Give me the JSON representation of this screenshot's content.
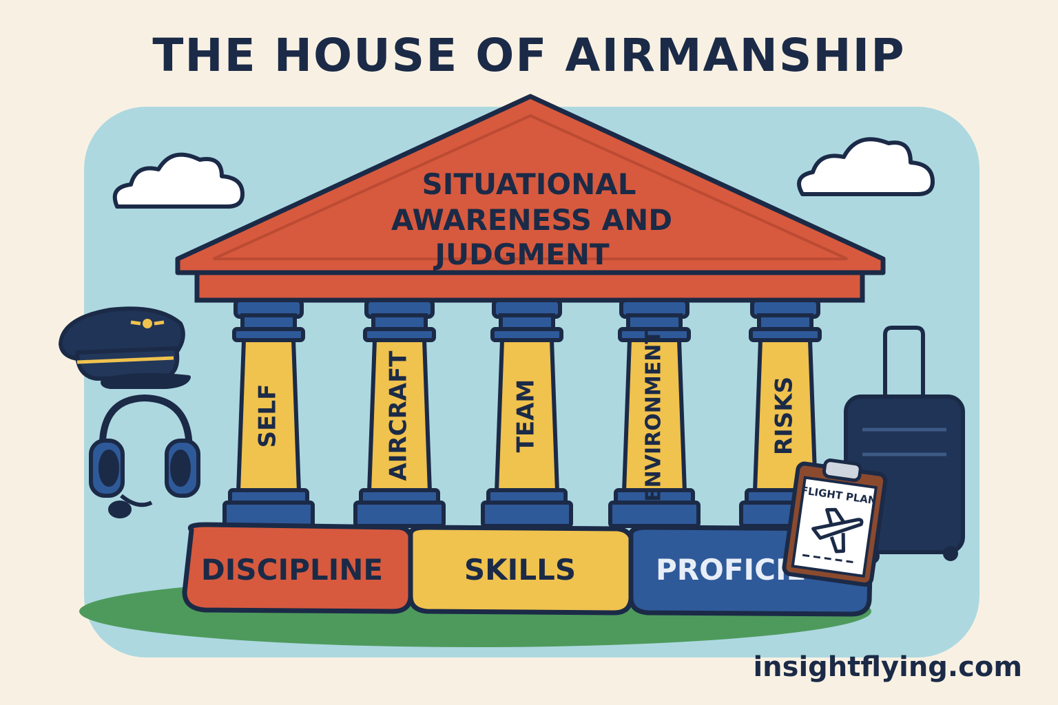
{
  "title": "THE HOUSE OF AIRMANSHIP",
  "roof": {
    "lines": [
      "SITUATIONAL",
      "AWARENESS AND",
      "JUDGMENT"
    ]
  },
  "pillars": [
    {
      "label": "SELF"
    },
    {
      "label": "AIRCRAFT"
    },
    {
      "label": "TEAM"
    },
    {
      "label": "ENVIRONMENT"
    },
    {
      "label": "RISKS"
    }
  ],
  "foundation": [
    {
      "label": "DISCIPLINE",
      "color": "#d75a3e"
    },
    {
      "label": "SKILLS",
      "color": "#f0c24e"
    },
    {
      "label": "PROFICIE",
      "color": "#2f5a9a"
    }
  ],
  "clipboard": {
    "label": "FLIGHT PLAN"
  },
  "footer": "insightflying.com",
  "colors": {
    "navy": "#1b2a47",
    "roof": "#d75a3e",
    "pillar": "#f0c24e",
    "capital": "#2f5a9a",
    "sky": "#add8e0",
    "grass": "#4e9a5c",
    "background": "#f8f1e3"
  },
  "icons": [
    "cloud-icon",
    "pilot-cap-icon",
    "headset-icon",
    "suitcase-icon",
    "clipboard-icon",
    "airplane-icon"
  ]
}
